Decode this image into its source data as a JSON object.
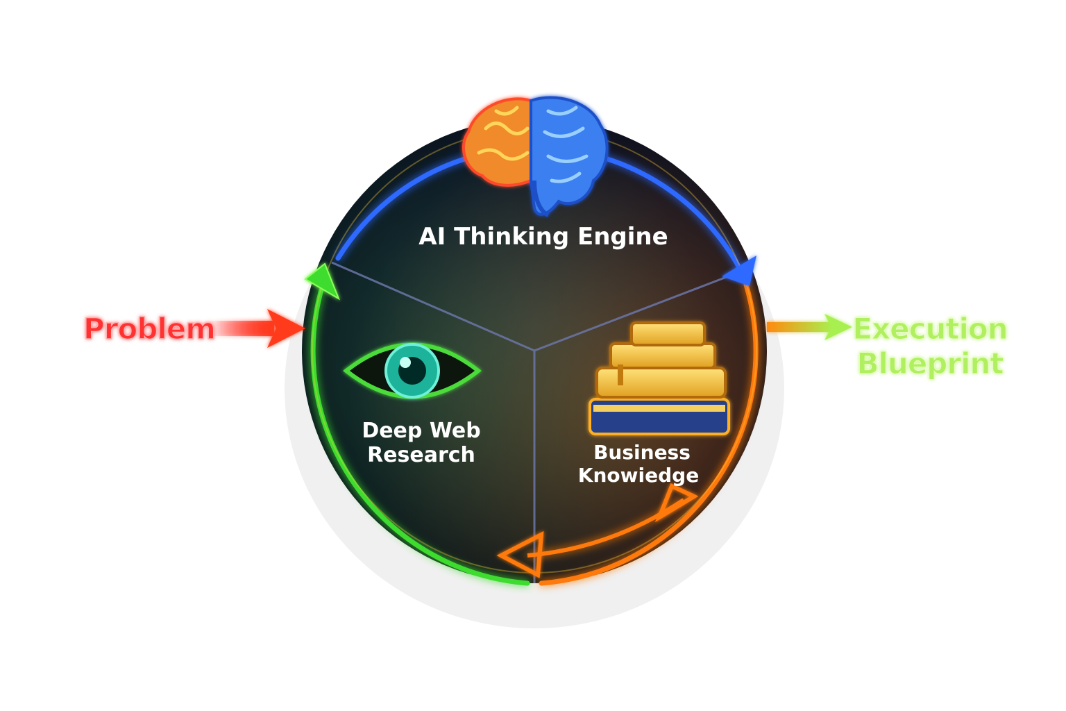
{
  "title": "",
  "input": {
    "label": "Problem"
  },
  "output": {
    "line1": "Execution",
    "line2": "Blueprint"
  },
  "segments": [
    {
      "key": "engine",
      "line1": "AI Thinking Engine",
      "line2": "",
      "icon": "brain-icon"
    },
    {
      "key": "research",
      "line1": "Deep Web",
      "line2": "Research",
      "icon": "eye-icon"
    },
    {
      "key": "knowledge",
      "line1": "Business",
      "line2": "Knowiedge",
      "icon": "books-icon"
    }
  ],
  "colors": {
    "engine_ring": "#2f6bff",
    "research_ring": "#3ddc2f",
    "knowledge_ring": "#ff7a10",
    "problem": "#ff2a2a",
    "blueprint": "#a8f050",
    "inner": "#0c1428"
  }
}
